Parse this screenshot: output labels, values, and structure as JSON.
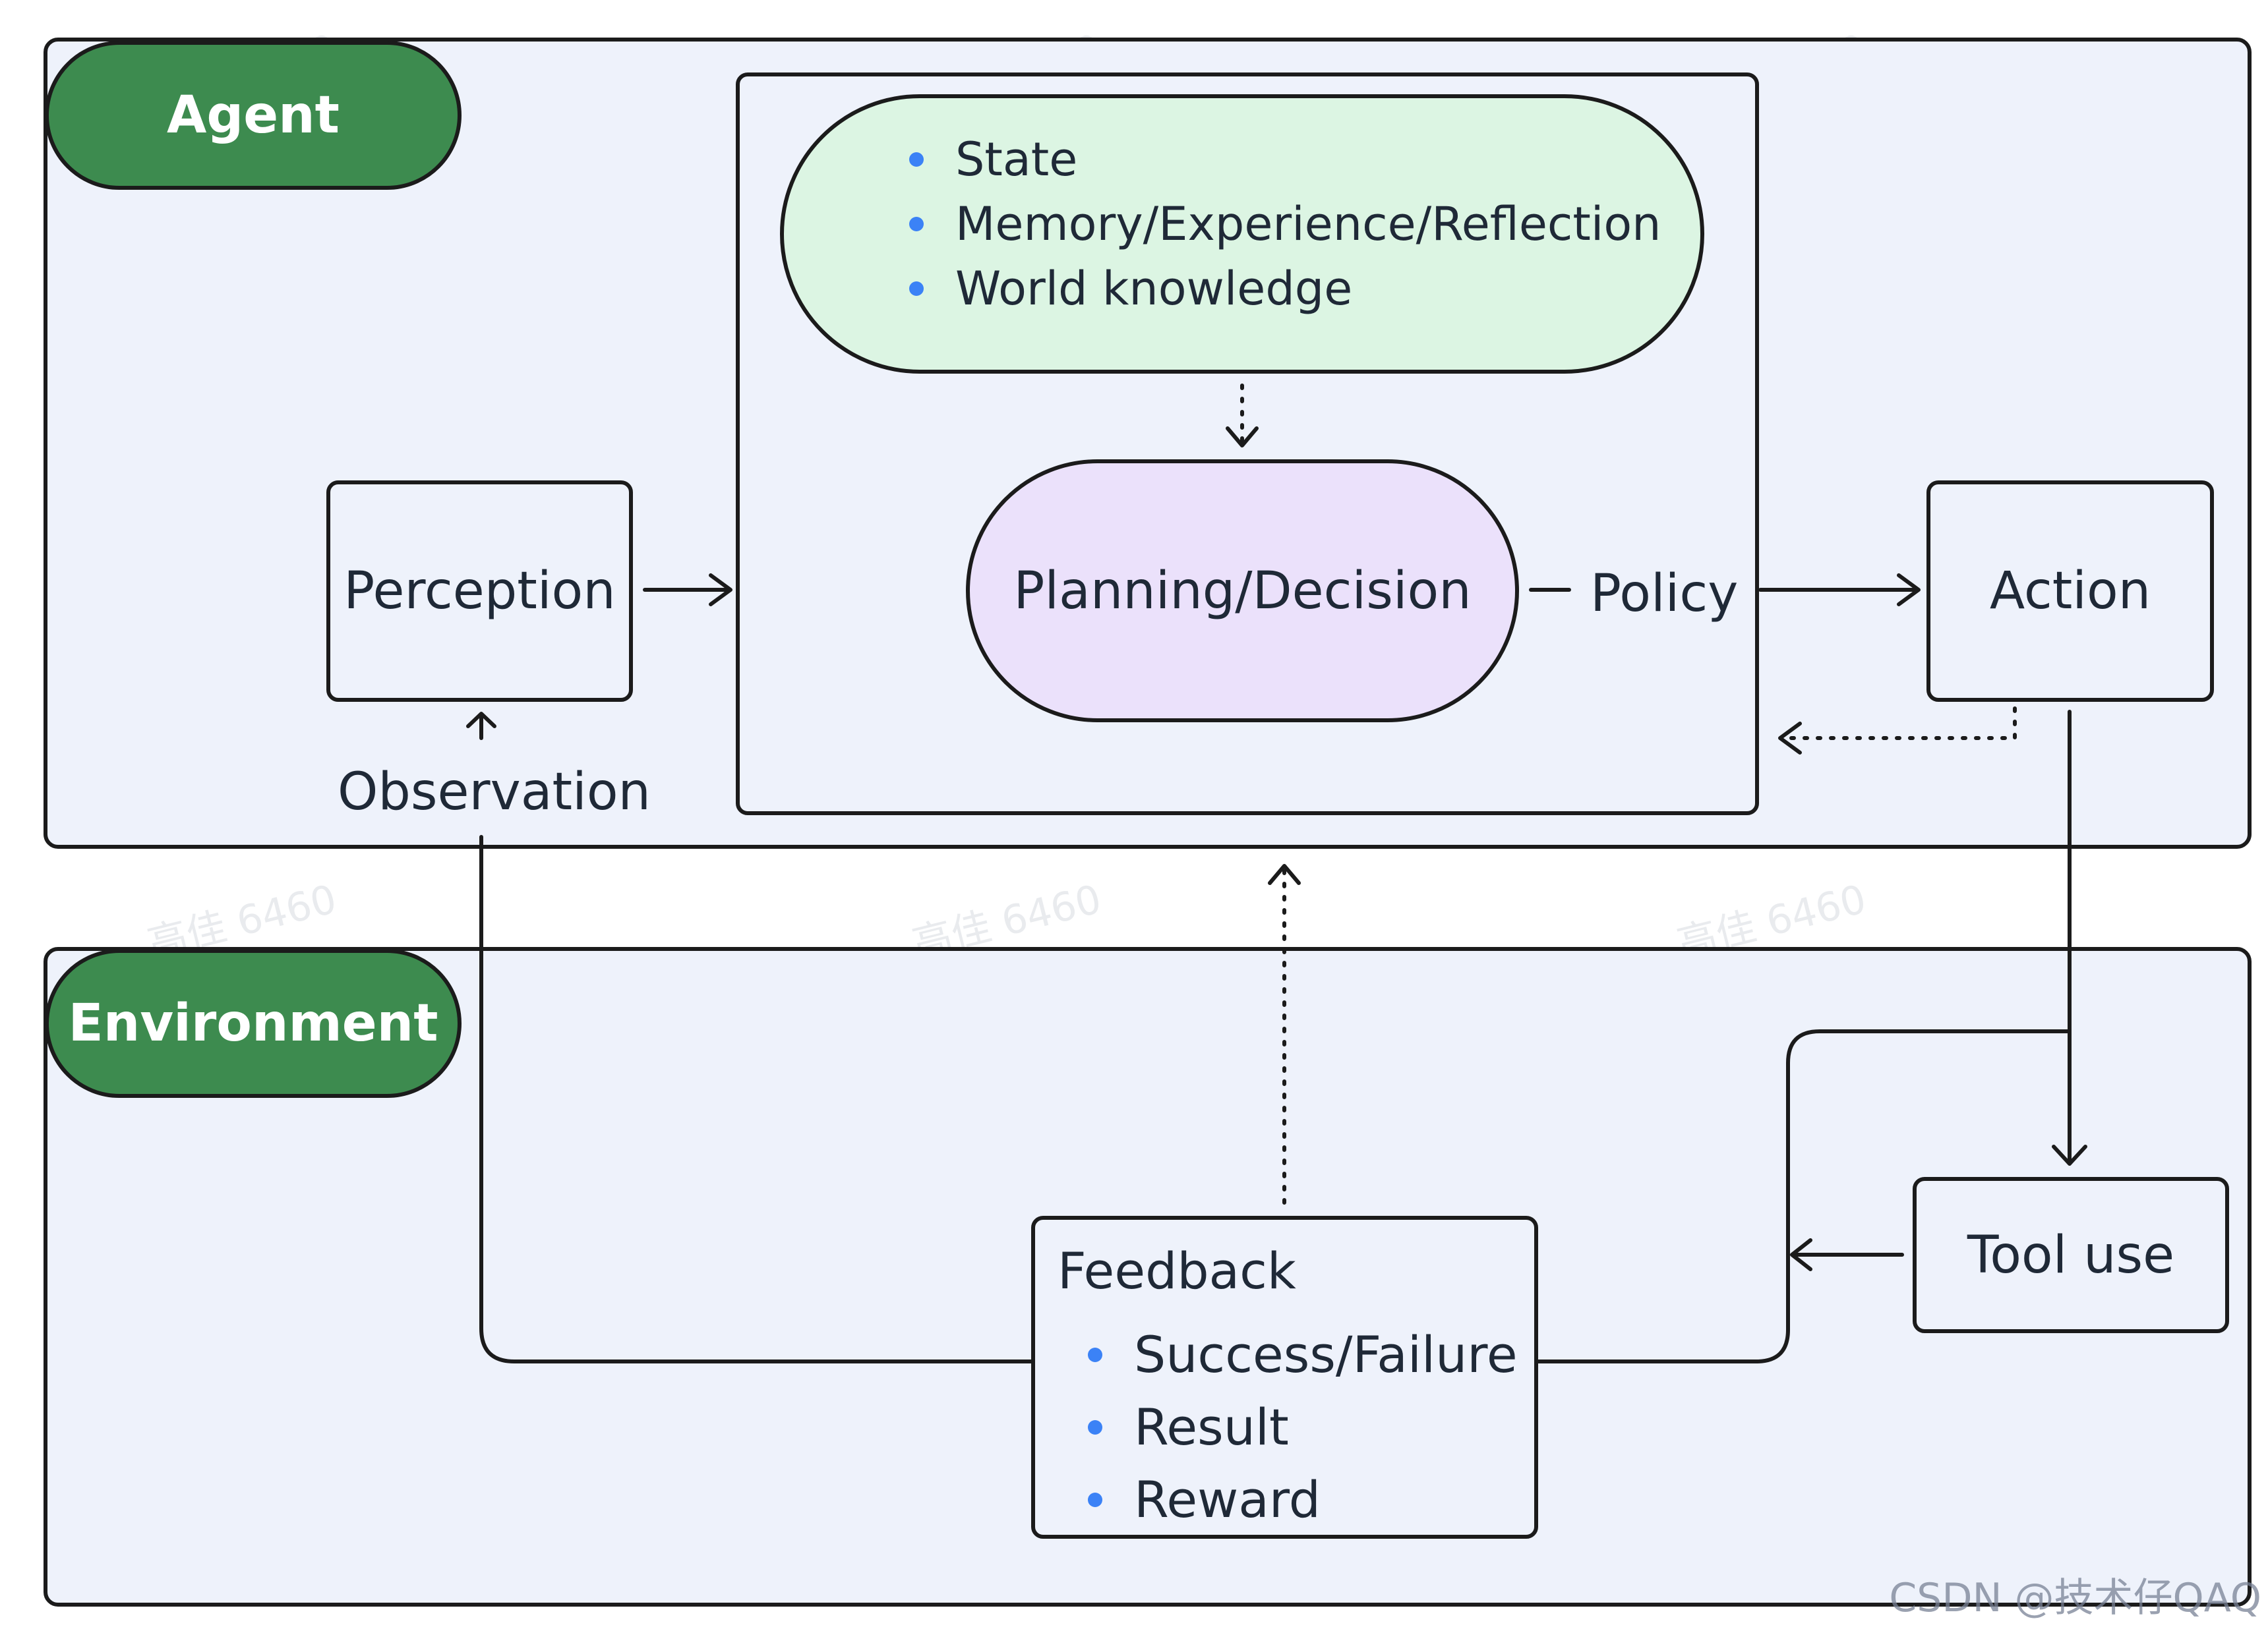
{
  "regions": {
    "agent_label": "Agent",
    "environment_label": "Environment"
  },
  "nodes": {
    "perception": "Perception",
    "observation": "Observation",
    "planning": "Planning/Decision",
    "policy": "Policy",
    "action": "Action",
    "tool_use": "Tool use"
  },
  "knowledge": {
    "items": [
      "State",
      "Memory/Experience/Reflection",
      "World knowledge"
    ]
  },
  "feedback": {
    "title": "Feedback",
    "items": [
      "Success/Failure",
      "Result",
      "Reward"
    ]
  },
  "watermark_text": "高佳 6460",
  "credit": "CSDN @技术仔QAQ",
  "colors": {
    "region_fill": "#eef2fb",
    "label_green": "#3d8b4f",
    "knowledge_fill": "#dcf5e3",
    "planning_fill": "#ebe1fb",
    "bullet_blue": "#3b82f6",
    "outline": "#1b1b1b"
  }
}
